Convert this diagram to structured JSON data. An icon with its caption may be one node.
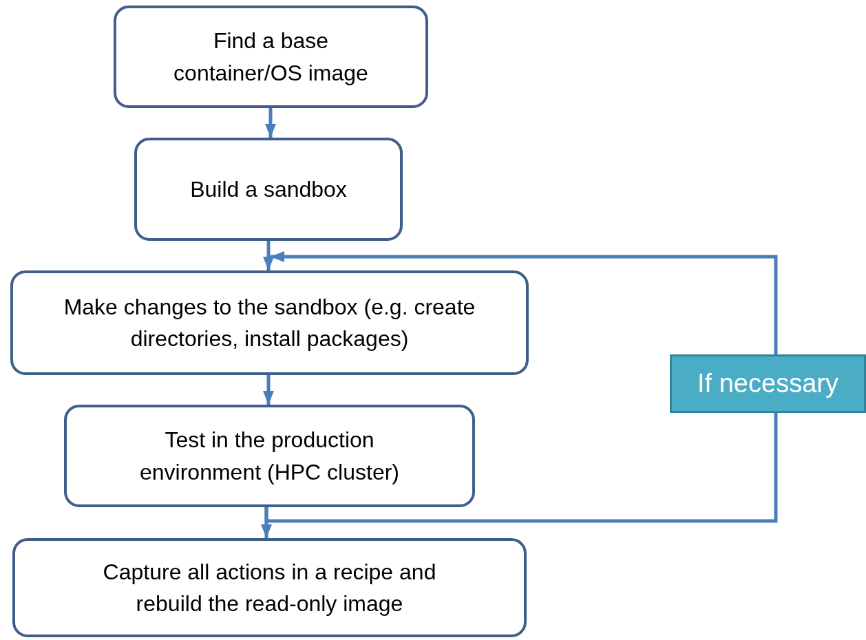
{
  "diagram": {
    "nodes": [
      {
        "text": [
          "Find a base container/OS image"
        ]
      },
      {
        "text": [
          "Build a sandbox"
        ]
      },
      {
        "text": [
          "Make changes to the sandbox (e.g. create directories, install packages)"
        ]
      },
      {
        "text": [
          "Test in the production environment (HPC cluster)"
        ]
      },
      {
        "text": [
          "Capture all actions in a recipe and rebuild the read-only image"
        ]
      },
      {
        "text": [
          "If necessary"
        ]
      }
    ],
    "edges": [
      {
        "from": 0,
        "to": 1,
        "arrow": "to"
      },
      {
        "from": 1,
        "to": 2,
        "arrow": "to"
      },
      {
        "from": 2,
        "to": 3,
        "arrow": "to"
      },
      {
        "from": 3,
        "to": 4,
        "arrow": "to"
      },
      {
        "from": 3,
        "to": 5,
        "arrow": "none"
      },
      {
        "from": 5,
        "to": 2,
        "arrow": "to"
      }
    ]
  }
}
